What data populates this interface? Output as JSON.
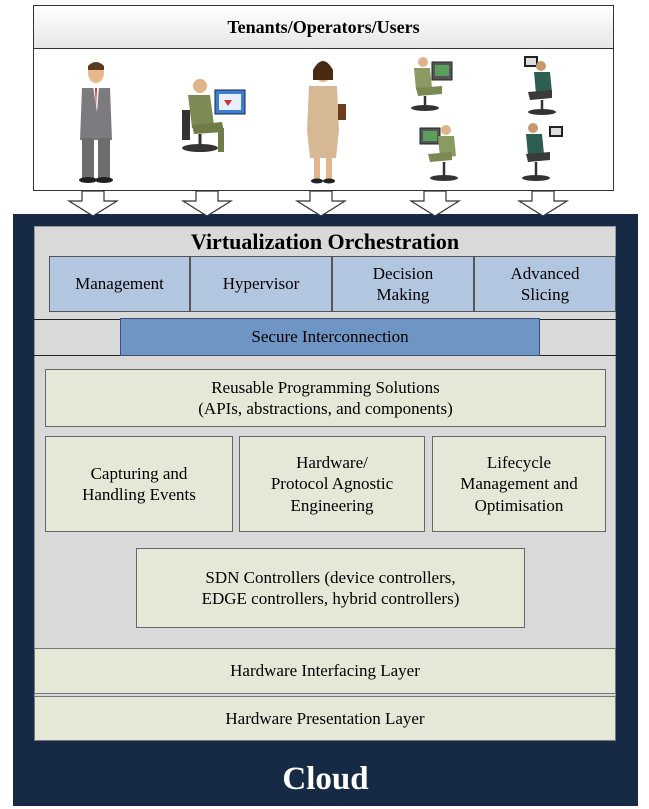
{
  "users": {
    "title": "Tenants/Operators/Users",
    "figures": [
      {
        "icon": "standing-man-icon"
      },
      {
        "icon": "man-at-computer-icon"
      },
      {
        "icon": "standing-woman-icon"
      },
      {
        "icon": "two-seated-men-at-computers-icon"
      },
      {
        "icon": "two-seated-women-at-computers-icon"
      }
    ]
  },
  "orchestration": {
    "title": "Virtualization Orchestration",
    "boxes": [
      "Management",
      "Hypervisor",
      "Decision Making",
      "Advanced Slicing"
    ]
  },
  "secure": "Secure Interconnection",
  "reusable": {
    "line1": "Reusable Programming Solutions",
    "line2": "(APIs, abstractions, and components)"
  },
  "modules": {
    "capture": [
      "Capturing and",
      "Handling Events"
    ],
    "agnostic": [
      "Hardware/",
      "Protocol Agnostic",
      "Engineering"
    ],
    "lifecycle": [
      "Lifecycle",
      "Management and",
      "Optimisation"
    ]
  },
  "sdn": {
    "line1": "SDN Controllers (device controllers,",
    "line2": "EDGE controllers, hybrid controllers)"
  },
  "layers": {
    "interfacing": "Hardware Interfacing Layer",
    "presentation": "Hardware Presentation Layer"
  },
  "cloud": "Cloud",
  "colors": {
    "cloud": "#162a45",
    "orchestration_box": "#b3c6e0",
    "secure_box": "#6f95c4",
    "module_box": "#e4e8d6",
    "panel": "#d9d9d9"
  }
}
